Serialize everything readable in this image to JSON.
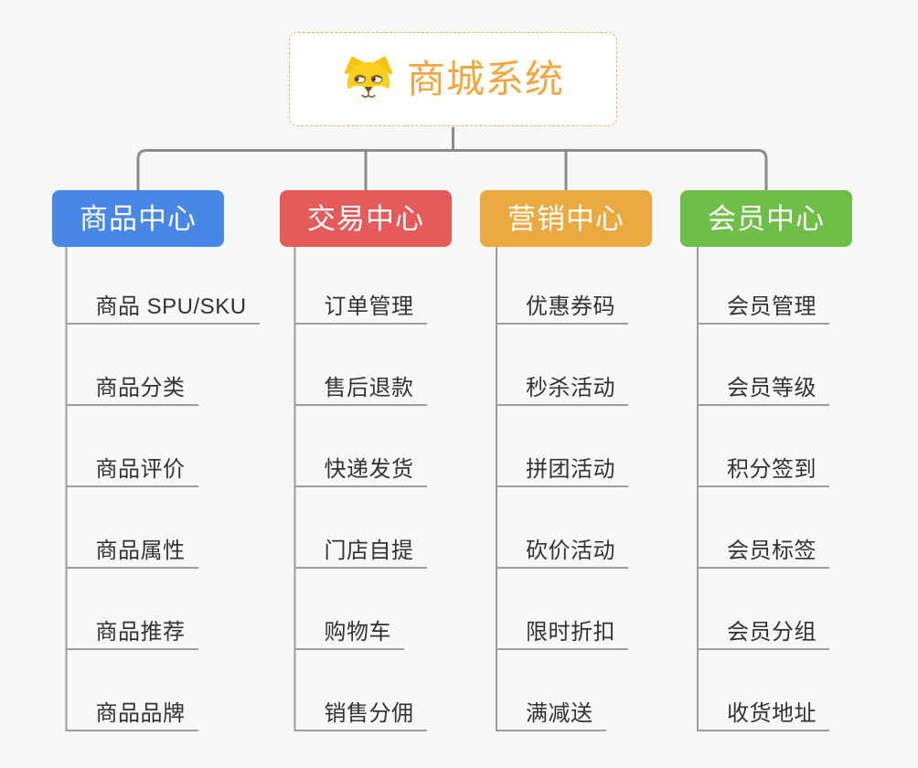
{
  "root": {
    "title": "商城系统",
    "icon": "shiba-dog-icon",
    "title_color": "#F2A73D",
    "border_color": "#E9B45B"
  },
  "branches": [
    {
      "label": "商品中心",
      "color": "#4687E8",
      "items": [
        "商品 SPU/SKU",
        "商品分类",
        "商品评价",
        "商品属性",
        "商品推荐",
        "商品品牌"
      ]
    },
    {
      "label": "交易中心",
      "color": "#E65B5A",
      "items": [
        "订单管理",
        "售后退款",
        "快递发货",
        "门店自提",
        "购物车",
        "销售分佣"
      ]
    },
    {
      "label": "营销中心",
      "color": "#EBA93F",
      "items": [
        "优惠券码",
        "秒杀活动",
        "拼团活动",
        "砍价活动",
        "限时折扣",
        "满减送"
      ]
    },
    {
      "label": "会员中心",
      "color": "#6EBE47",
      "items": [
        "会员管理",
        "会员等级",
        "积分签到",
        "会员标签",
        "会员分组",
        "收货地址"
      ]
    }
  ],
  "colors": {
    "background": "#F7F7F7",
    "connector": "#8C8C8C",
    "leaf_line": "#9E9E9E",
    "leaf_text": "#333333",
    "node_text": "#FFFFFF",
    "root_background": "#FFFFFF"
  }
}
